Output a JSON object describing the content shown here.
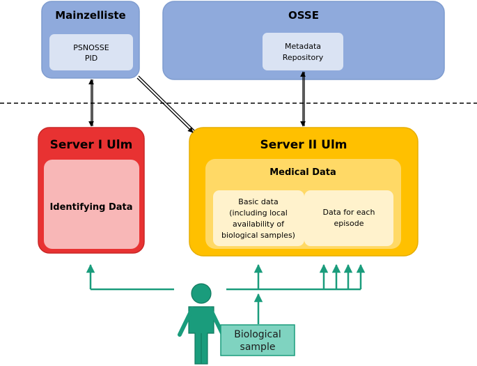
{
  "mainzelliste": {
    "title": "Mainzelliste",
    "inner": [
      "PSNOSSE",
      "PID"
    ]
  },
  "osse": {
    "title": "OSSE",
    "inner": [
      "Metadata",
      "Repository"
    ]
  },
  "server1": {
    "title": "Server I Ulm",
    "inner": "Identifying Data"
  },
  "server2": {
    "title": "Server II Ulm",
    "medical": "Medical Data",
    "basic": [
      "Basic data",
      "(including local",
      "availability of",
      "biological samples)"
    ],
    "episode": [
      "Data for each",
      "episode"
    ]
  },
  "sample": [
    "Biological",
    "sample"
  ],
  "colors": {
    "blue": "#8faadc",
    "blue_border": "#7f9ccf",
    "blue_inner": "#dae3f3",
    "red": "#e83232",
    "red_inner": "#f8b7b7",
    "gold": "#ffc000",
    "gold_mid": "#ffd966",
    "gold_inner": "#fff2cc",
    "teal": "#1a9c7c",
    "teal_box": "#7fd3c0"
  }
}
